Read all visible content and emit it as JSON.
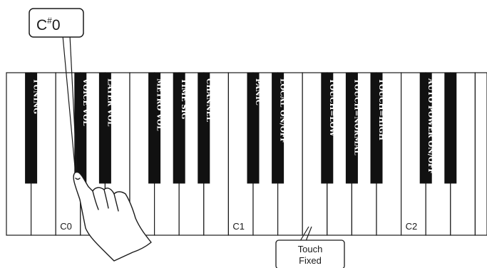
{
  "callout_note": "C#0",
  "callout_note_letter": "C",
  "callout_note_sharp": "#",
  "callout_note_octave": "0",
  "black_key_labels": [
    "TUNING",
    "VOICE VOL",
    "LAYER VOL",
    "METRO VOL",
    "TIME SIG",
    "CHANNEL",
    "PANIC",
    "LOCAL ON/OFF",
    "TOUCH=LOW",
    "TOUCH=NORMAL",
    "TOUCH=HIGH",
    "AUTO POWER ON/OFF",
    ""
  ],
  "octave_labels": [
    "C0",
    "C1",
    "C2"
  ],
  "touch_note": {
    "line1": "Touch",
    "line2": "Fixed"
  },
  "icons": {
    "hand": "pointing-hand-icon"
  }
}
